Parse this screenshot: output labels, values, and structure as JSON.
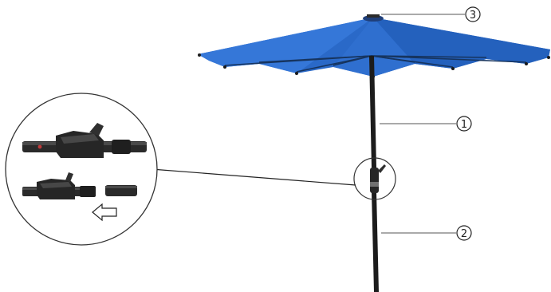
{
  "diagram": {
    "callouts": [
      {
        "id": "pole",
        "number": "1"
      },
      {
        "id": "lower-pole",
        "number": "2"
      },
      {
        "id": "top-cap",
        "number": "3"
      }
    ],
    "colors": {
      "canopy": "#2a69c8",
      "canopy_dark": "#1e4f9e",
      "canopy_light": "#3b7be0",
      "pole": "#1c1c1c",
      "leader_line": "#444444",
      "circle_outline": "#333333"
    },
    "icons": [
      "umbrella-canopy",
      "umbrella-pole",
      "crank-handle",
      "direction-arrow"
    ]
  }
}
